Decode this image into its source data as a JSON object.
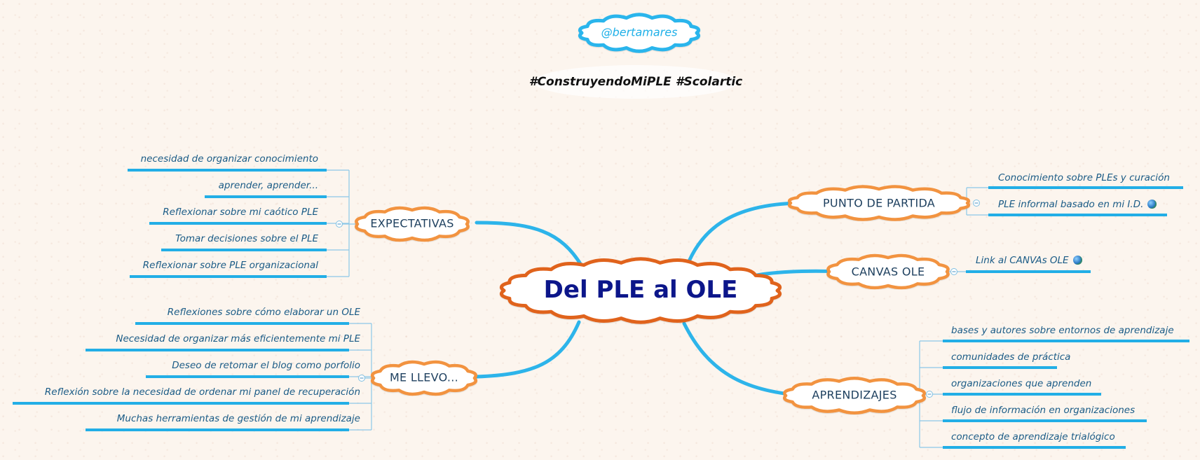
{
  "header": {
    "handle": "@bertamares",
    "hashtags": "#ConstruyendoMiPLE #Scolartic"
  },
  "central_topic": "Del PLE al OLE",
  "branches": {
    "expectativas": {
      "label": "EXPECTATIVAS",
      "items": [
        "necesidad de organizar conocimiento",
        "aprender, aprender...",
        "Reflexionar sobre mi caótico PLE",
        "Tomar decisiones sobre el PLE",
        "Reflexionar sobre PLE organizacional"
      ]
    },
    "me_llevo": {
      "label": "ME LLEVO...",
      "items": [
        "Reflexiones sobre cómo elaborar un OLE",
        "Necesidad de organizar más eficientemente mi PLE",
        "Deseo de retomar el blog como porfolio",
        "Reflexión sobre la necesidad de ordenar mi panel de recuperación",
        "Muchas herramientas de gestión de mi aprendizaje"
      ]
    },
    "punto_de_partida": {
      "label": "PUNTO DE PARTIDA",
      "items": [
        "Conocimiento sobre PLEs y curación",
        "PLE informal basado en mi I.D."
      ]
    },
    "canvas_ole": {
      "label": "CANVAS OLE",
      "items": [
        "Link al CANVAs OLE"
      ]
    },
    "aprendizajes": {
      "label": "APRENDIZAJES",
      "items": [
        "bases y autores sobre entornos de aprendizaje",
        "comunidades de práctica",
        "organizaciones que aprenden",
        "flujo de información en organizaciones",
        "concepto de aprendizaje trialógico"
      ]
    }
  },
  "colors": {
    "connector": "#2db4ea",
    "cloud_orange": "#f2933f",
    "central_outline": "#e0641f",
    "handle_outline": "#2bb5ec",
    "leaf_text": "#1a5b86",
    "leaf_underline": "#22aee6",
    "bracket": "#8cc8e8"
  },
  "icons": [
    "globe-link-icon",
    "collapse-toggle-icon"
  ]
}
